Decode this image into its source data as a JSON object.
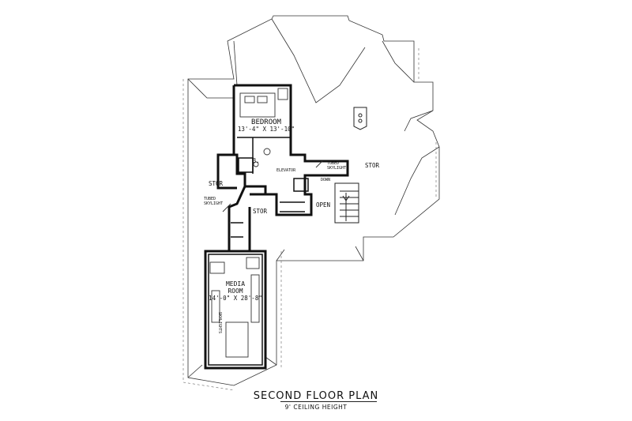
{
  "plan": {
    "title": "SECOND FLOOR PLAN",
    "subtitle": "9' CEILING HEIGHT"
  },
  "rooms": {
    "bedroom": {
      "name": "BEDROOM",
      "dims": "13'-4\" X 13'-10\""
    },
    "bath": {
      "name": "B."
    },
    "media_room": {
      "name_line1": "MEDIA",
      "name_line2": "ROOM",
      "dims": "14'-0\" X 28'-8\""
    },
    "stor_left": "STOR",
    "stor_right": "STOR",
    "stor_center": "STOR",
    "open": "OPEN"
  },
  "notes": {
    "elevator": "ELEVATOR",
    "down": "DOWN",
    "tubed_skylight_1a": "TUBED",
    "tubed_skylight_1b": "SKYLIGHT",
    "tubed_skylight_2a": "TUBED",
    "tubed_skylight_2b": "SKYLIGHT",
    "skylights": "SKYLIGHTS"
  }
}
